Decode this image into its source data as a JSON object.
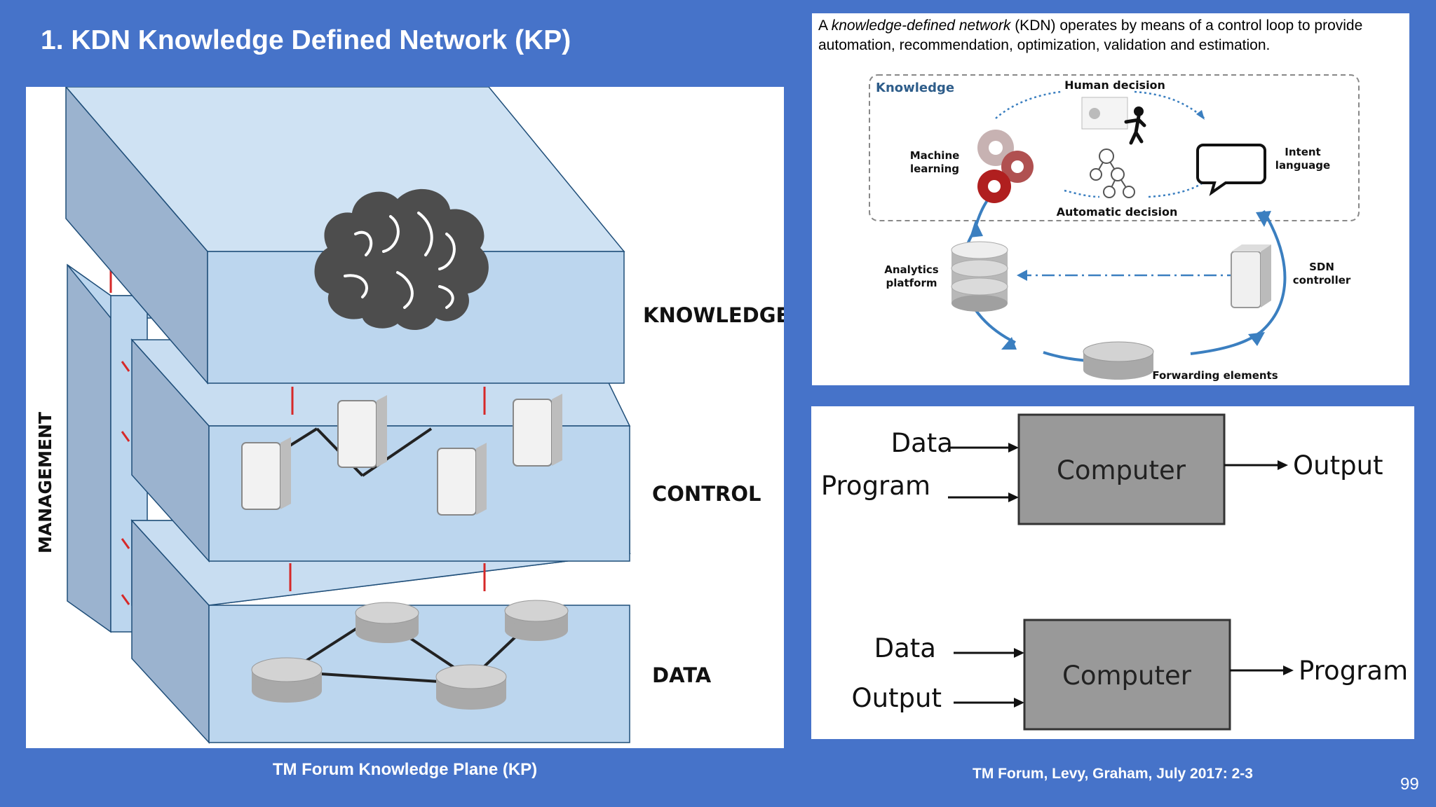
{
  "slide": {
    "title": "1. KDN Knowledge Defined Network (KP)",
    "page_number": "99"
  },
  "left_figure": {
    "caption": "TM Forum Knowledge Plane (KP)",
    "side_label": "MANAGEMENT",
    "planes": {
      "knowledge": "KNOWLEDGE",
      "control": "CONTROL",
      "data": "DATA"
    }
  },
  "kdn_figure": {
    "desc_prefix": "A ",
    "desc_italic": "knowledge-defined network",
    "desc_suffix": " (KDN) operates by means of a control loop to provide automation, recommendation, optimization, validation and estimation.",
    "knowledge_label": "Knowledge",
    "human_decision": "Human decision",
    "machine_learning": [
      "Machine",
      "learning"
    ],
    "intent_language": [
      "Intent",
      "language"
    ],
    "automatic_decision": "Automatic decision",
    "analytics_platform": [
      "Analytics",
      "platform"
    ],
    "sdn_controller": [
      "SDN",
      "controller"
    ],
    "forwarding_elements": "Forwarding elements"
  },
  "computer_diagram": {
    "top": {
      "inputs": [
        "Data",
        "Program"
      ],
      "box": "Computer",
      "output": "Output"
    },
    "bottom": {
      "inputs": [
        "Data",
        "Output"
      ],
      "box": "Computer",
      "output": "Program"
    }
  },
  "source_caption": "TM Forum, Levy, Graham, July 2017: 2-3",
  "colors": {
    "background": "#4673C9",
    "plane_fill": "#BCD6EE",
    "plane_side": "#9BB3CF",
    "computer_box": "#999999",
    "loop_arrow": "#3B7FC0"
  }
}
